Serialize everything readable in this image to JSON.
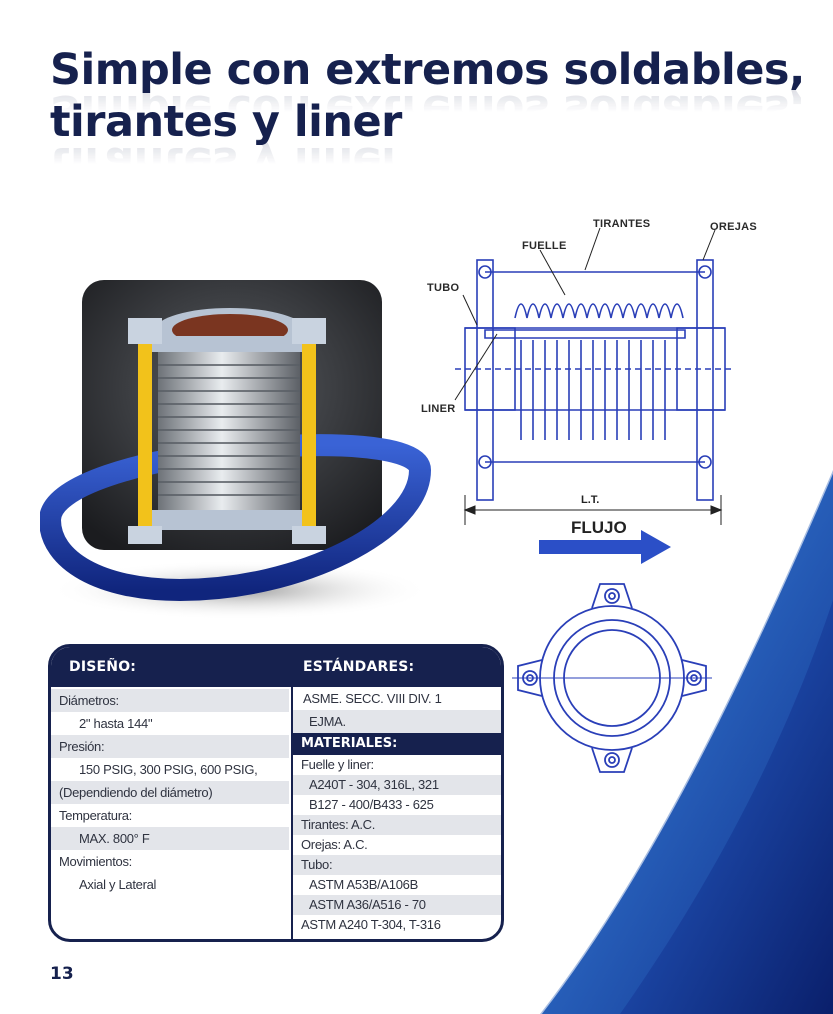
{
  "title": {
    "line1": "Simple con extremos soldables,",
    "line2": "tirantes y liner"
  },
  "diagram": {
    "labels": {
      "tirantes": "TIRANTES",
      "fuelle": "FUELLE",
      "orejas": "OREJAS",
      "tubo": "TUBO",
      "liner": "LINER",
      "lt": "L.T.",
      "flujo": "FLUJO"
    }
  },
  "panel": {
    "diseno": {
      "header": "DISEÑO:",
      "rows": [
        "Diámetros:",
        "2\" hasta 144\"",
        "Presión:",
        "150 PSIG, 300 PSIG, 600 PSIG,",
        "(Dependiendo del diámetro)",
        "Temperatura:",
        "MAX. 800° F",
        "Movimientos:",
        "Axial y Lateral"
      ]
    },
    "estandares": {
      "header": "ESTÁNDARES:",
      "rows": [
        "ASME. SECC. VIII DIV. 1",
        "EJMA."
      ]
    },
    "materiales": {
      "header": "MATERIALES:",
      "rows": [
        "Fuelle y liner:",
        "A240T - 304, 316L, 321",
        "B127 - 400/B433 - 625",
        "Tirantes: A.C.",
        "Orejas: A.C.",
        "Tubo:",
        "ASTM A53B/A106B",
        "ASTM A36/A516 - 70",
        "ASTM A240 T-304, T-316"
      ]
    }
  },
  "page_number": "13",
  "colors": {
    "navy": "#16214e",
    "blue": "#2b4fc7",
    "row_shade": "#e3e5ea"
  }
}
